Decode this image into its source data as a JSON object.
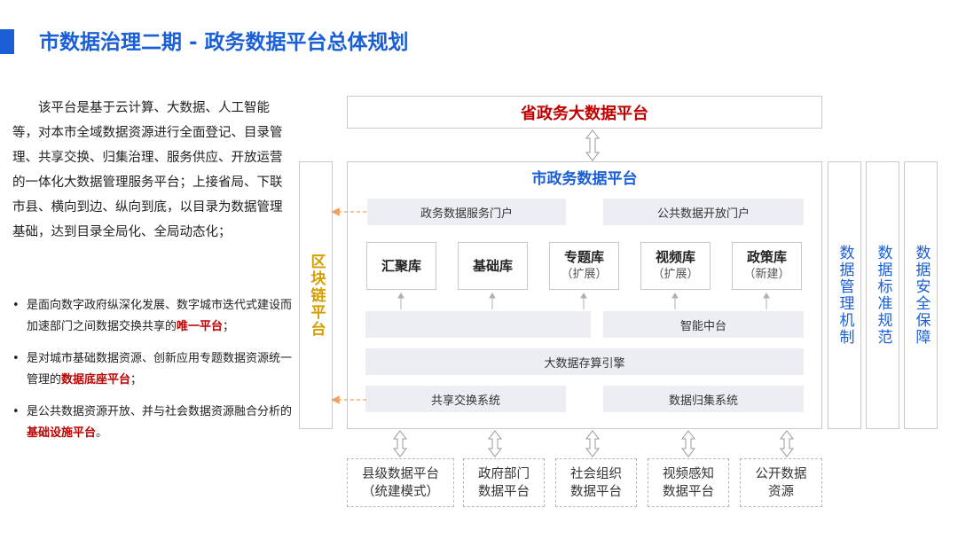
{
  "title": "市数据治理二期 - 政务数据平台总体规划",
  "intro": "该平台是基于云计算、大数据、人工智能等，对本市全域数据资源进行全面登记、目录管理、共享交换、归集治理、服务供应、开放运营的一体化大数据管理服务平台；上接省局、下联市县、横向到边、纵向到底，以目录为数据管理基础，达到目录全局化、全局动态化；",
  "bullets": [
    {
      "dot": "•",
      "before": "是面向数字政府纵深化发展、数字城市迭代式建设而加速部门之间数据交换共享的",
      "highlight": "唯一平台",
      "after": "；"
    },
    {
      "dot": "•",
      "before": "是对城市基础数据资源、创新应用专题数据资源统一管理的",
      "highlight": "数据底座平台",
      "after": "；"
    },
    {
      "dot": "•",
      "before": "是公共数据资源开放、并与社会数据资源融合分析的",
      "highlight": "基础设施平台",
      "after": "。"
    }
  ],
  "diagram": {
    "province": "省政务大数据平台",
    "city": "市政务数据平台",
    "portals": [
      "政务数据服务门户",
      "公共数据开放门户"
    ],
    "databases": [
      {
        "name": "汇聚库",
        "sub": ""
      },
      {
        "name": "基础库",
        "sub": ""
      },
      {
        "name": "专题库",
        "sub": "（扩展）"
      },
      {
        "name": "视频库",
        "sub": "（扩展）"
      },
      {
        "name": "政策库",
        "sub": "（新建）"
      }
    ],
    "middle_left": "",
    "middle_right": "智能中台",
    "storage": "大数据存算引擎",
    "exchange": "共享交换系统",
    "collection": "数据归集系统",
    "blockchain": "区块链平台",
    "side_pillars": [
      "数据管理机制",
      "数据标准规范",
      "数据安全保障"
    ],
    "sources": [
      {
        "line1": "县级数据平台",
        "line2": "（统建模式）"
      },
      {
        "line1": "政府部门",
        "line2": "数据平台"
      },
      {
        "line1": "社会组织",
        "line2": "数据平台"
      },
      {
        "line1": "视频感知",
        "line2": "数据平台"
      },
      {
        "line1": "公开数据",
        "line2": "资源"
      }
    ]
  },
  "colors": {
    "brand": "#1a5fd6",
    "highlight": "#c00000",
    "chain": "#d4a000",
    "arrow_orange": "#f0a060",
    "bar_bg": "#eceef3"
  }
}
